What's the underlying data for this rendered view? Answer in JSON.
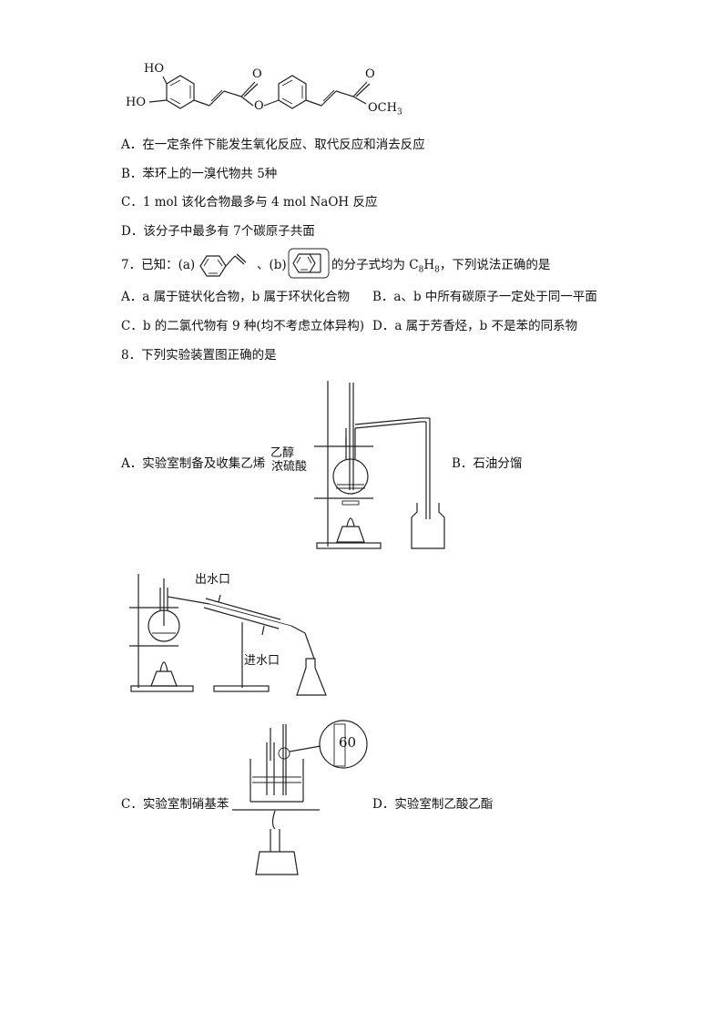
{
  "molecule": {
    "ho_top": "HO",
    "ho_bottom": "HO",
    "o_carbonyl1": "O",
    "o_ester": "O",
    "o_carbonyl2": "O",
    "och3": "OCH",
    "och3_sub": "3"
  },
  "q6_options": {
    "A": "A．在一定条件下能发生氧化反应、取代反应和消去反应",
    "B": "B．苯环上的一溴代物共 5种",
    "C": "C．1 mol 该化合物最多与 4 mol NaOH 反应",
    "D": "D．该分子中最多有 7个碳原子共面"
  },
  "q7": {
    "stem_prefix": "7．已知：(a)",
    "sep": "、(b)",
    "stem_suffix_1": "的分子式均为 C",
    "sub_8a": "8",
    "stem_mid": "H",
    "sub_8b": "8",
    "stem_suffix_2": "，下列说法正确的是",
    "A": "A．a 属于链状化合物，b 属于环状化合物",
    "B": "B．a、b 中所有碳原子一定处于同一平面",
    "C": "C．b 的二氯代物有 9 种(均不考虑立体异构)",
    "D": "D．a 属于芳香烃，b 不是苯的同系物"
  },
  "q8": {
    "stem": "8．下列实验装置图正确的是",
    "A": "A．实验室制备及收集乙烯",
    "A_label_1": "乙醇",
    "A_label_2": "浓硫酸",
    "B": "B．石油分馏",
    "B_label_out": "出水口",
    "B_label_in": "进水口",
    "C": "C．实验室制硝基苯",
    "C_thermometer": "60",
    "D": "D．实验室制乙酸乙酯"
  }
}
